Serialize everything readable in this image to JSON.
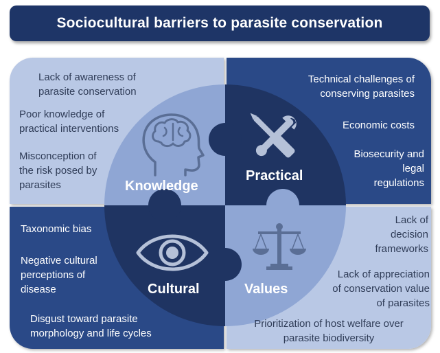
{
  "title": "Sociocultural barriers to parasite conservation",
  "quadrants": {
    "knowledge": {
      "label": "Knowledge",
      "icon": "head-brain-icon",
      "items": [
        "Lack of awareness of parasite conservation",
        "Poor knowledge of practical interventions",
        "Misconception of the risk posed by parasites"
      ]
    },
    "practical": {
      "label": "Practical",
      "icon": "wrench-screwdriver-icon",
      "items": [
        "Technical challenges of conserving parasites",
        "Economic costs",
        "Biosecurity and legal regulations"
      ]
    },
    "cultural": {
      "label": "Cultural",
      "icon": "eye-icon",
      "items": [
        "Taxonomic bias",
        "Negative cultural perceptions of disease",
        "Disgust toward parasite morphology and life cycles"
      ]
    },
    "values": {
      "label": "Values",
      "icon": "balance-scale-icon",
      "items": [
        "Lack of decision frameworks",
        "Lack of appreciation of conservation value of parasites",
        "Prioritization of host welfare over parasite biodiversity"
      ]
    }
  },
  "colors": {
    "banner": "#1e3567",
    "outer_light": "#b9c8e5",
    "outer_dark": "#2b4a87",
    "inner_light": "#8fa6d4",
    "inner_dark": "#1f3462",
    "icon_light": "#5a6e95",
    "icon_dark": "#b5c1d8"
  }
}
